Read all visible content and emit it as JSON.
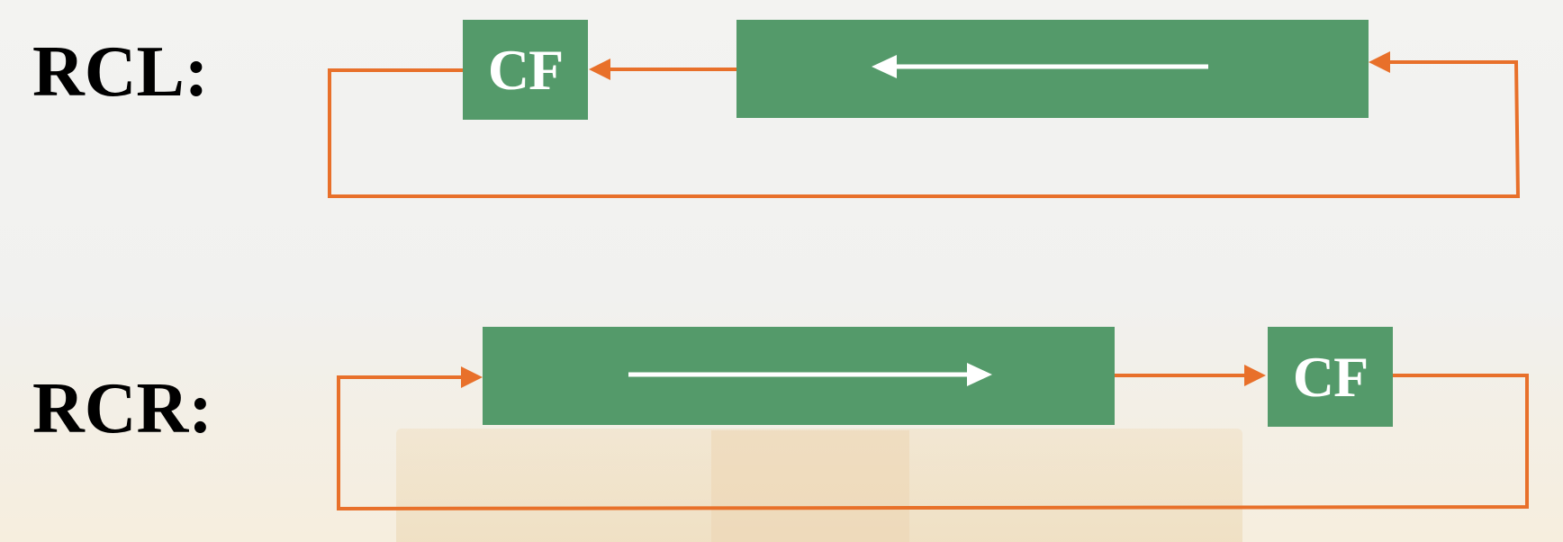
{
  "rcl": {
    "label": "RCL:",
    "cf_label": "CF"
  },
  "rcr": {
    "label": "RCR:",
    "cf_label": "CF"
  },
  "colors": {
    "box_fill": "#549a6a",
    "wire": "#e8702a",
    "shift_arrow": "#ffffff",
    "label_text": "#000000",
    "cf_text": "#ffffff"
  },
  "icons": {
    "rcl_shift_direction": "arrow-left-icon",
    "rcr_shift_direction": "arrow-right-icon"
  }
}
